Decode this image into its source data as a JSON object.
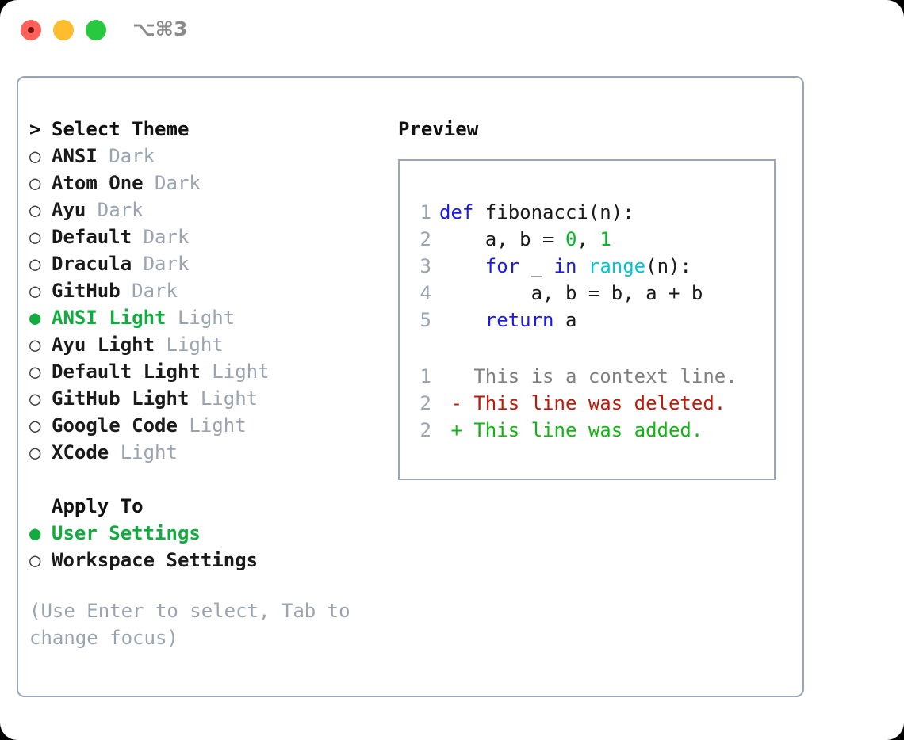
{
  "titlebar": {
    "traffic_lights": [
      "close-button",
      "minimize-button",
      "maximize-button"
    ],
    "shortcut": "⌥⌘3"
  },
  "theme_picker": {
    "heading": "Select Theme",
    "prompt_marker": ">",
    "bullet_unselected": "○",
    "bullet_selected": "●",
    "items": [
      {
        "name": "ANSI",
        "variant": "Dark",
        "selected": false
      },
      {
        "name": "Atom One",
        "variant": "Dark",
        "selected": false
      },
      {
        "name": "Ayu",
        "variant": "Dark",
        "selected": false
      },
      {
        "name": "Default",
        "variant": "Dark",
        "selected": false
      },
      {
        "name": "Dracula",
        "variant": "Dark",
        "selected": false
      },
      {
        "name": "GitHub",
        "variant": "Dark",
        "selected": false
      },
      {
        "name": "ANSI Light",
        "variant": "Light",
        "selected": true
      },
      {
        "name": "Ayu Light",
        "variant": "Light",
        "selected": false
      },
      {
        "name": "Default Light",
        "variant": "Light",
        "selected": false
      },
      {
        "name": "GitHub Light",
        "variant": "Light",
        "selected": false
      },
      {
        "name": "Google Code",
        "variant": "Light",
        "selected": false
      },
      {
        "name": "XCode",
        "variant": "Light",
        "selected": false
      }
    ]
  },
  "apply_to": {
    "heading": "Apply To",
    "options": [
      {
        "label": "User Settings",
        "selected": true
      },
      {
        "label": "Workspace Settings",
        "selected": false
      }
    ]
  },
  "help_text": "(Use Enter to select, Tab to change focus)",
  "preview": {
    "title": "Preview",
    "code_lines": [
      {
        "no": "1",
        "tokens": [
          {
            "t": "def",
            "c": "kw"
          },
          {
            "t": " fibonacci(n):",
            "c": "pl"
          }
        ]
      },
      {
        "no": "2",
        "tokens": [
          {
            "t": "    a, b = ",
            "c": "pl"
          },
          {
            "t": "0",
            "c": "num"
          },
          {
            "t": ", ",
            "c": "pl"
          },
          {
            "t": "1",
            "c": "num"
          }
        ]
      },
      {
        "no": "3",
        "tokens": [
          {
            "t": "    ",
            "c": "pl"
          },
          {
            "t": "for",
            "c": "kw"
          },
          {
            "t": " _ ",
            "c": "pl"
          },
          {
            "t": "in",
            "c": "kw"
          },
          {
            "t": " ",
            "c": "pl"
          },
          {
            "t": "range",
            "c": "fn"
          },
          {
            "t": "(n):",
            "c": "pl"
          }
        ]
      },
      {
        "no": "4",
        "tokens": [
          {
            "t": "        a, b = b, a + b",
            "c": "pl"
          }
        ]
      },
      {
        "no": "5",
        "tokens": [
          {
            "t": "    ",
            "c": "pl"
          },
          {
            "t": "return",
            "c": "kw"
          },
          {
            "t": " a",
            "c": "pl"
          }
        ]
      }
    ],
    "diff_lines": [
      {
        "no": "1",
        "marker": " ",
        "text": "This is a context line.",
        "kind": "ctx"
      },
      {
        "no": "2",
        "marker": "-",
        "text": "This line was deleted.",
        "kind": "del"
      },
      {
        "no": "2",
        "marker": "+",
        "text": "This line was added.",
        "kind": "add"
      }
    ]
  },
  "colors": {
    "accent_green": "#12ab3f",
    "muted": "#9aa3b0",
    "border": "#9aa5b5",
    "keyword_blue": "#1a1aee",
    "number_green": "#00bb22",
    "builtin_cyan": "#00c5d0",
    "diff_delete_red": "#c21807",
    "diff_add_green": "#11b711",
    "traffic_red": "#ff6159",
    "traffic_yellow": "#ffbd2e",
    "traffic_green": "#28c840"
  }
}
